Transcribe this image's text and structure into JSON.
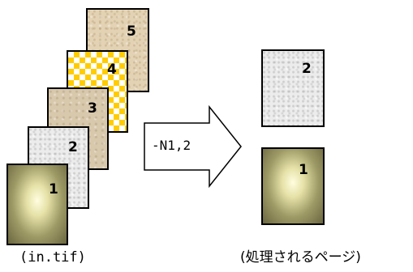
{
  "left_stack": {
    "pages": [
      {
        "number": "5",
        "texture": "sand"
      },
      {
        "number": "4",
        "texture": "yellow-checker"
      },
      {
        "number": "3",
        "texture": "beige"
      },
      {
        "number": "2",
        "texture": "marble"
      },
      {
        "number": "1",
        "texture": "olive-bevel"
      }
    ],
    "caption": "(in.tif)"
  },
  "arrow": {
    "label": "-N1,2"
  },
  "right_stack": {
    "pages": [
      {
        "number": "2",
        "texture": "marble"
      },
      {
        "number": "1",
        "texture": "olive-bevel"
      }
    ],
    "caption": "(処理されるページ)"
  },
  "colors": {
    "checker": "#ffcc00",
    "border": "#000000",
    "bevel_center": "#fffde0",
    "bevel_edge": "#6a6640"
  }
}
